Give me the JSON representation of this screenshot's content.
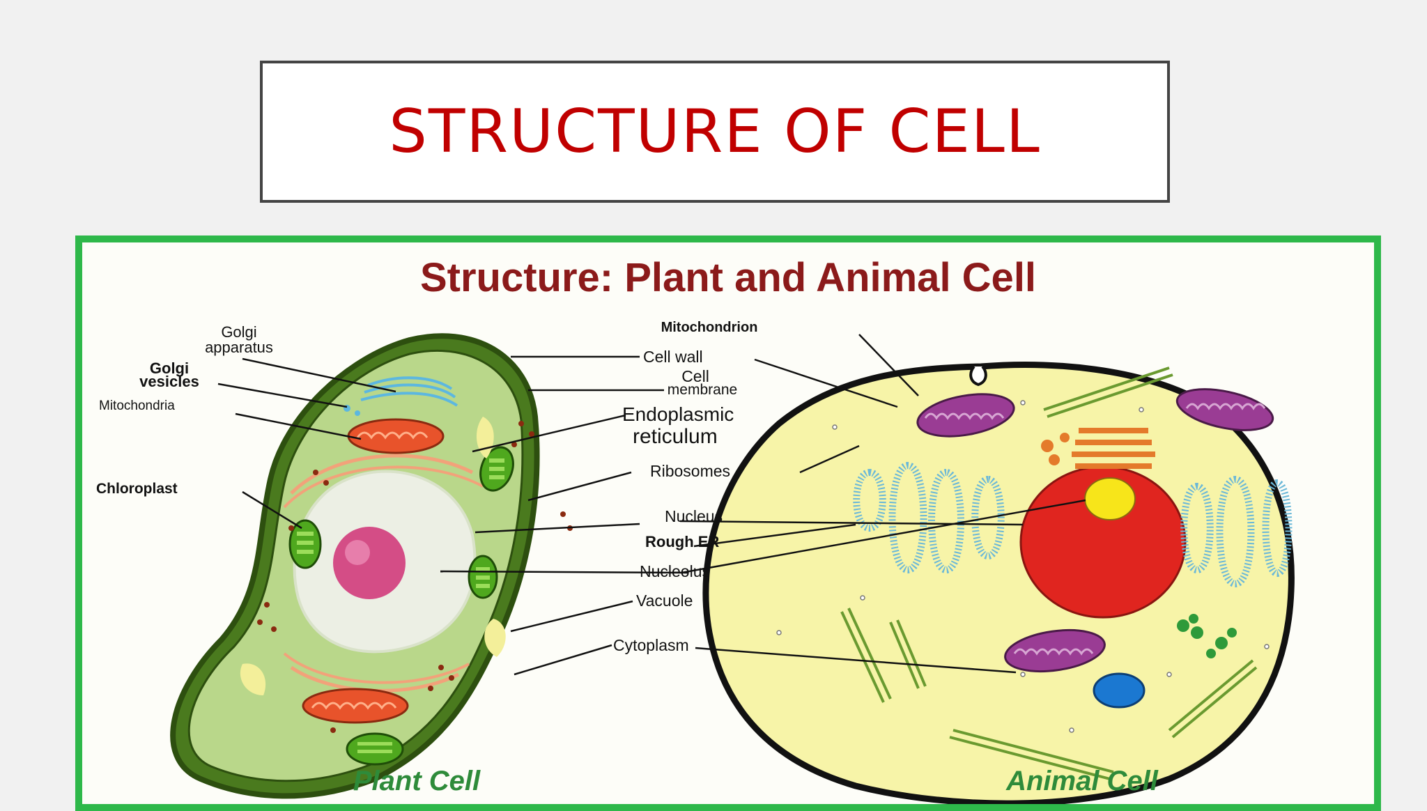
{
  "slide": {
    "title": "STRUCTURE OF CELL",
    "title_color": "#c00000"
  },
  "diagram": {
    "heading": "Structure: Plant and Animal Cell",
    "heading_color": "#8b1a1a",
    "frame_color": "#2eb84a",
    "plant_cell_caption": "Plant Cell",
    "animal_cell_caption": "Animal Cell",
    "caption_color": "#2e8b3a",
    "left_labels": {
      "golgi_apparatus": [
        "Golgi",
        "apparatus"
      ],
      "golgi_vesicles": [
        "Golgi",
        "vesicles"
      ],
      "mitochondria": "Mitochondria",
      "chloroplast": "Chloroplast"
    },
    "center_labels": {
      "mitochondrion": "Mitochondrion",
      "cell_wall": "Cell wall",
      "cell_membrane": [
        "Cell",
        "membrane"
      ],
      "endoplasmic_reticulum": [
        "Endoplasmic",
        "reticulum"
      ],
      "ribosomes": "Ribosomes",
      "nucleus": "Nucleus",
      "rough_er": "Rough ER",
      "nucleolus": "Nucleolus",
      "vacuole": "Vacuole",
      "cytoplasm": "Cytoplasm"
    }
  }
}
